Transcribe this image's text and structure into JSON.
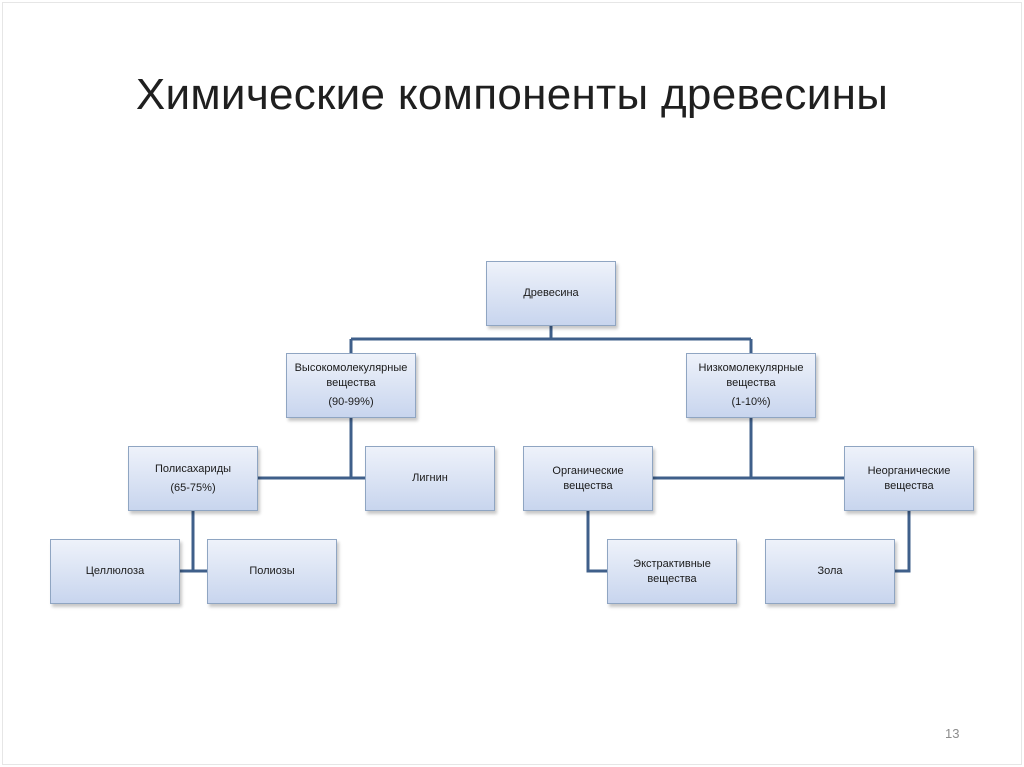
{
  "slide": {
    "title": "Химические компоненты древесины",
    "page_number": "13"
  },
  "nodes": {
    "wood": {
      "line1": "Древесина"
    },
    "high": {
      "line1": "Высокомолекулярные",
      "line2": "вещества",
      "pct": "(90-99%)"
    },
    "low": {
      "line1": "Низкомолекулярные",
      "line2": "вещества",
      "pct": "(1-10%)"
    },
    "poly": {
      "line1": "Полисахариды",
      "pct": "(65-75%)"
    },
    "lignin": {
      "line1": "Лигнин"
    },
    "organic": {
      "line1": "Органические",
      "line2": "вещества"
    },
    "inorganic": {
      "line1": "Неорганические",
      "line2": "вещества"
    },
    "cellulose": {
      "line1": "Целлюлоза"
    },
    "polyoses": {
      "line1": "Полиозы"
    },
    "extractive": {
      "line1": "Экстрактивные",
      "line2": "вещества"
    },
    "ash": {
      "line1": "Зола"
    }
  },
  "colors": {
    "connector": "#3f5f8a",
    "node_border": "#8fa5c2",
    "node_fill_top": "#eef2fa",
    "node_fill_bottom": "#c8d5ee"
  }
}
